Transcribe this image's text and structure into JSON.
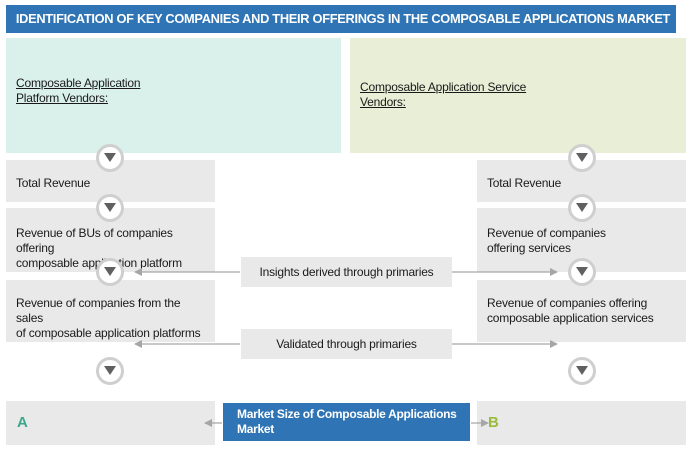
{
  "title": "IDENTIFICATION OF KEY COMPANIES AND THEIR OFFERINGS IN THE COMPOSABLE APPLICATIONS MARKET",
  "left": {
    "header_lines": [
      "Composable Application",
      "Platform Vendors:"
    ],
    "steps": [
      {
        "lines": [
          "Total Revenue"
        ]
      },
      {
        "lines": [
          "Revenue of BUs of companies offering",
          "composable application platform"
        ]
      },
      {
        "lines": [
          "Revenue of companies from the sales",
          "of composable application platforms"
        ]
      }
    ],
    "result_label": "A"
  },
  "right": {
    "header_lines": [
      "Composable Application Service",
      "Vendors:"
    ],
    "steps": [
      {
        "lines": [
          "Total Revenue"
        ]
      },
      {
        "lines": [
          "Revenue of companies",
          "offering services"
        ]
      },
      {
        "lines": [
          "Revenue of companies offering",
          "composable application services"
        ]
      }
    ],
    "result_label": "B"
  },
  "middle": {
    "insights_label": "Insights derived through primaries",
    "validated_label": "Validated through primaries"
  },
  "market": {
    "lines": [
      "Market Size of Composable Applications",
      "Market"
    ]
  },
  "colors": {
    "title_bg": "#2f74b5",
    "left_header_bg": "#daf0ea",
    "right_header_bg": "#e9eed6",
    "step_bg": "#e9e9e9",
    "label_a": "#3aa88a",
    "label_b": "#9bbb3a",
    "arrow": "#a6a6a6"
  },
  "icons": {
    "step_connector": "chevron-down-circle-icon",
    "flow_arrow": "arrow-icon"
  }
}
